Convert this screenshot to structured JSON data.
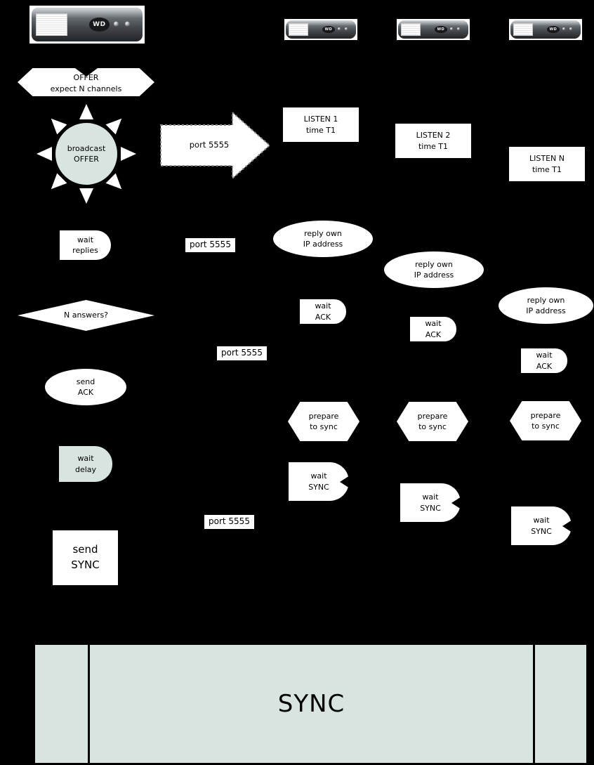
{
  "colors": {
    "background": "#000000",
    "shape_fill": "#ffffff",
    "accent_fill": "#d7e4e0",
    "text": "#000000"
  },
  "devices": {
    "logo": "WD"
  },
  "offer": {
    "line1": "OFFER",
    "line2": "expect N channels"
  },
  "broadcast": {
    "line1": "broadcast",
    "line2": "OFFER"
  },
  "port_label": "port 5555",
  "listen": [
    {
      "line1": "LISTEN 1",
      "line2": "time T1"
    },
    {
      "line1": "LISTEN 2",
      "line2": "time T1"
    },
    {
      "line1": "LISTEN N",
      "line2": "time T1"
    }
  ],
  "wait_replies": {
    "line1": "wait",
    "line2": "replies"
  },
  "reply_own": {
    "line1": "reply own",
    "line2": "IP address"
  },
  "n_answers": "N answers?",
  "wait_ack": {
    "line1": "wait",
    "line2": "ACK"
  },
  "send_ack": {
    "line1": "send",
    "line2": "ACK"
  },
  "prepare_sync": {
    "line1": "prepare",
    "line2": "to sync"
  },
  "wait_delay": {
    "line1": "wait",
    "line2": "delay"
  },
  "wait_sync": {
    "line1": "wait",
    "line2": "SYNC"
  },
  "send_sync": {
    "line1": "send",
    "line2": "SYNC"
  },
  "sync_banner": "SYNC"
}
